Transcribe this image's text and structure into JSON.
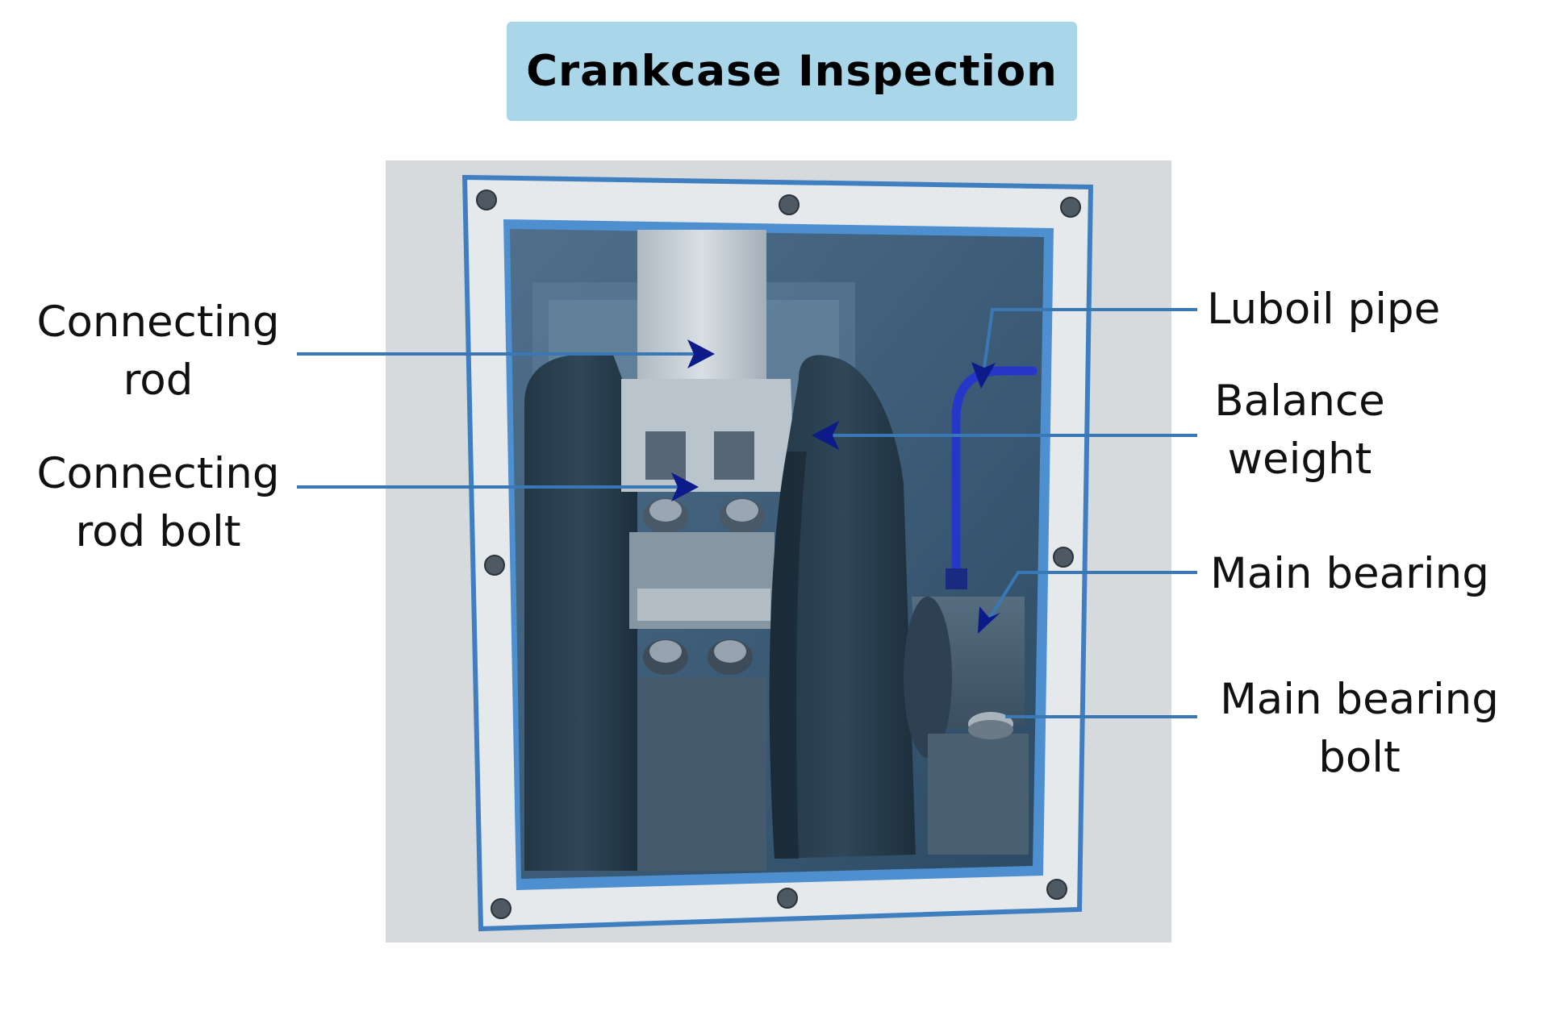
{
  "title": "Crankcase Inspection",
  "labels": {
    "connecting_rod": [
      "Connecting",
      "rod"
    ],
    "connecting_rod_bolt": [
      "Connecting",
      "rod bolt"
    ],
    "luboil_pipe": [
      "Luboil pipe"
    ],
    "balance_weight": [
      "Balance",
      "weight"
    ],
    "main_bearing": [
      "Main bearing"
    ],
    "main_bearing_bolt": [
      "Main bearing",
      "bolt"
    ]
  },
  "colors": {
    "title_bg": "#a9d6e8",
    "leader_line": "#3a78b5",
    "arrow_head": "#0d1a8a",
    "frame_border": "#3f7fc0"
  }
}
